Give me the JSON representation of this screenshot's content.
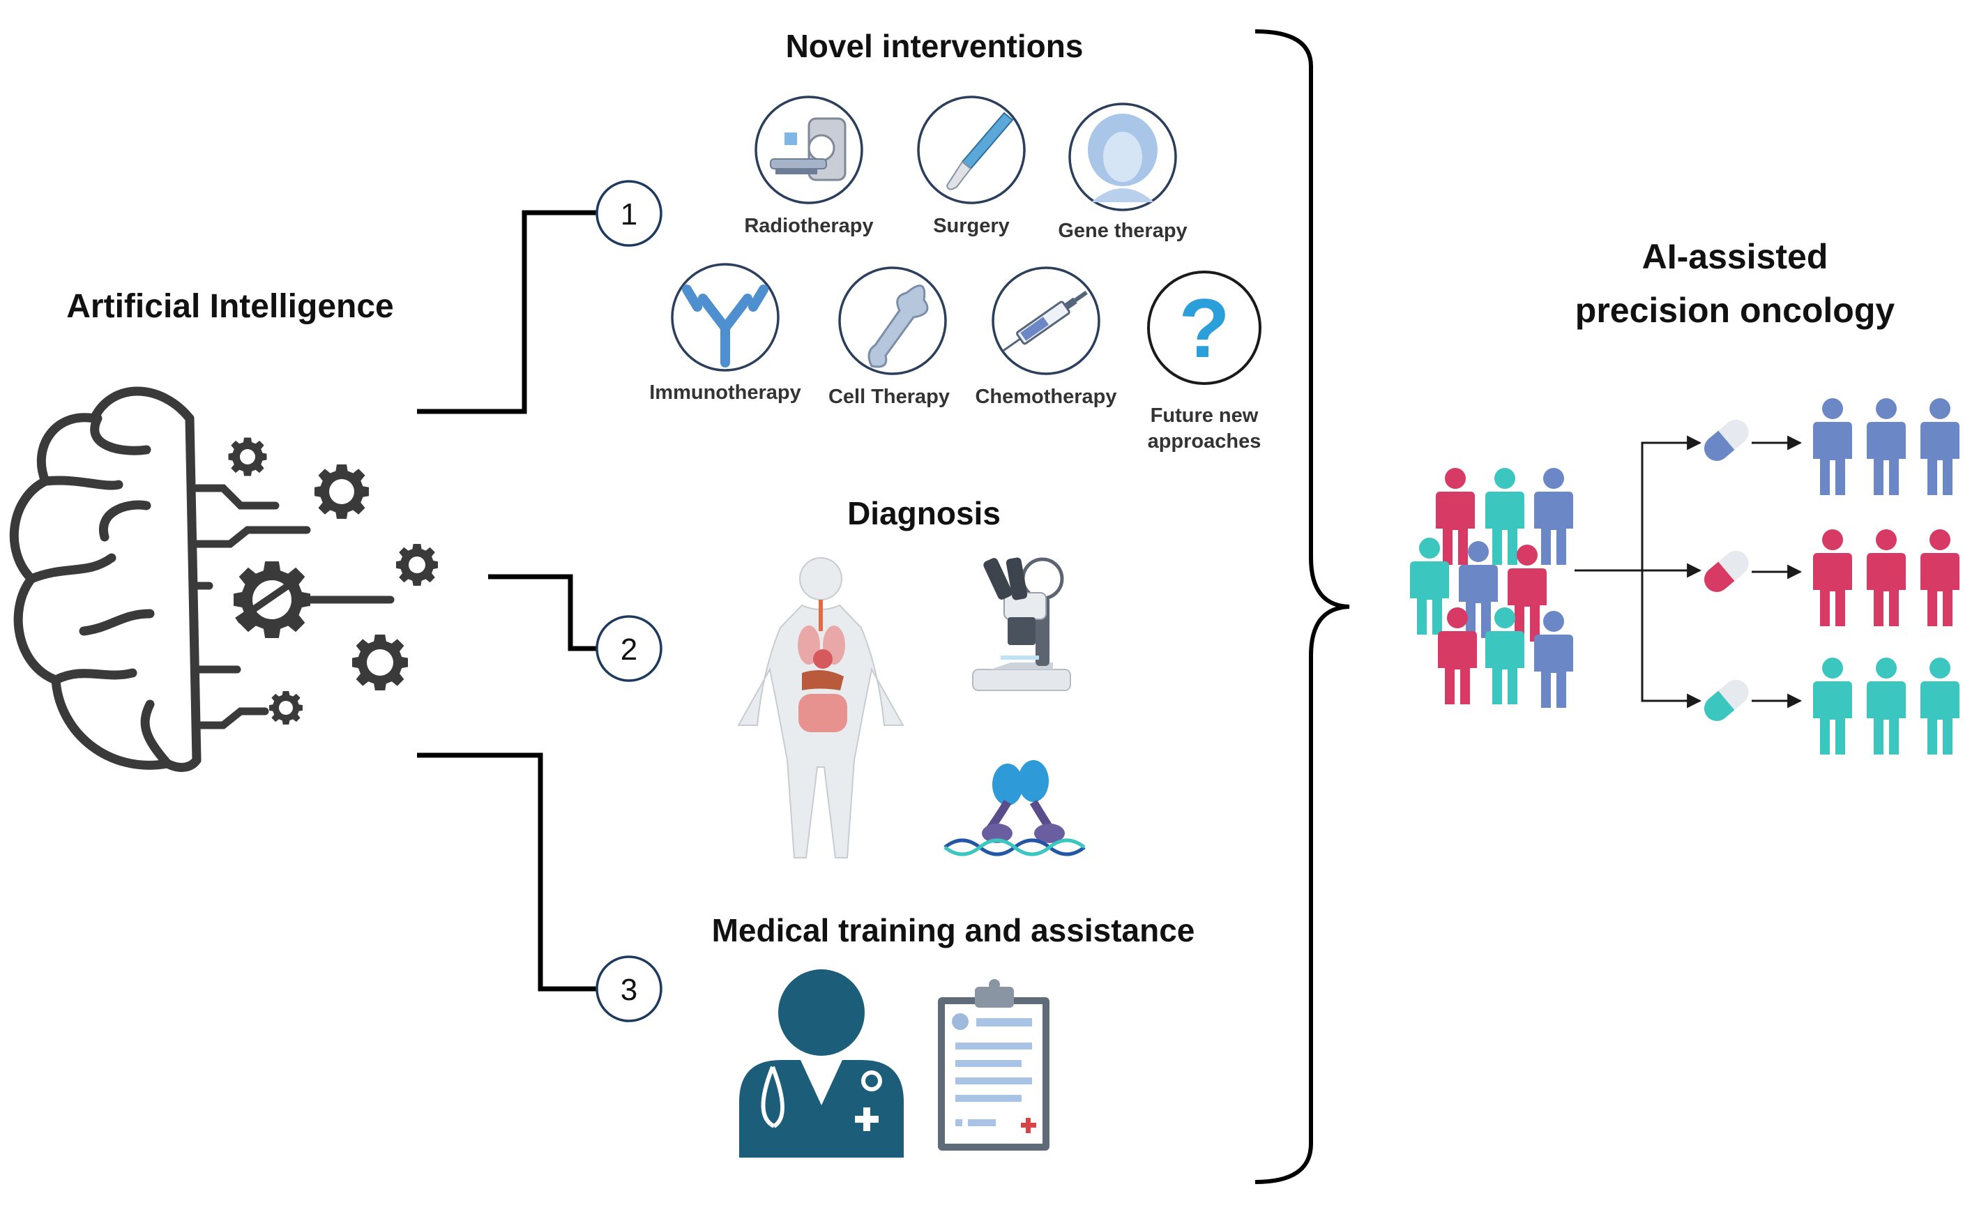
{
  "left": {
    "title": "Artificial Intelligence"
  },
  "steps": [
    "1",
    "2",
    "3"
  ],
  "sections": {
    "novel_interventions": {
      "title": "Novel interventions",
      "items": [
        "Radiotherapy",
        "Surgery",
        "Gene therapy",
        "Immunotherapy",
        "Cell Therapy",
        "Chemotherapy",
        "Future new",
        "approaches"
      ]
    },
    "diagnosis": {
      "title": "Diagnosis"
    },
    "medical_training": {
      "title": "Medical training and assistance"
    }
  },
  "right": {
    "title_line1": "AI-assisted",
    "title_line2": "precision oncology"
  },
  "colors": {
    "red": "#d63a65",
    "teal": "#3cc6c0",
    "blue": "#6b87c6",
    "doctor": "#1c5d7a",
    "icon_blue": "#2b9fd9",
    "gear": "#3a3a3a"
  },
  "icons": {
    "question": "?",
    "gear": "gear-icon",
    "brain": "brain-icon"
  }
}
